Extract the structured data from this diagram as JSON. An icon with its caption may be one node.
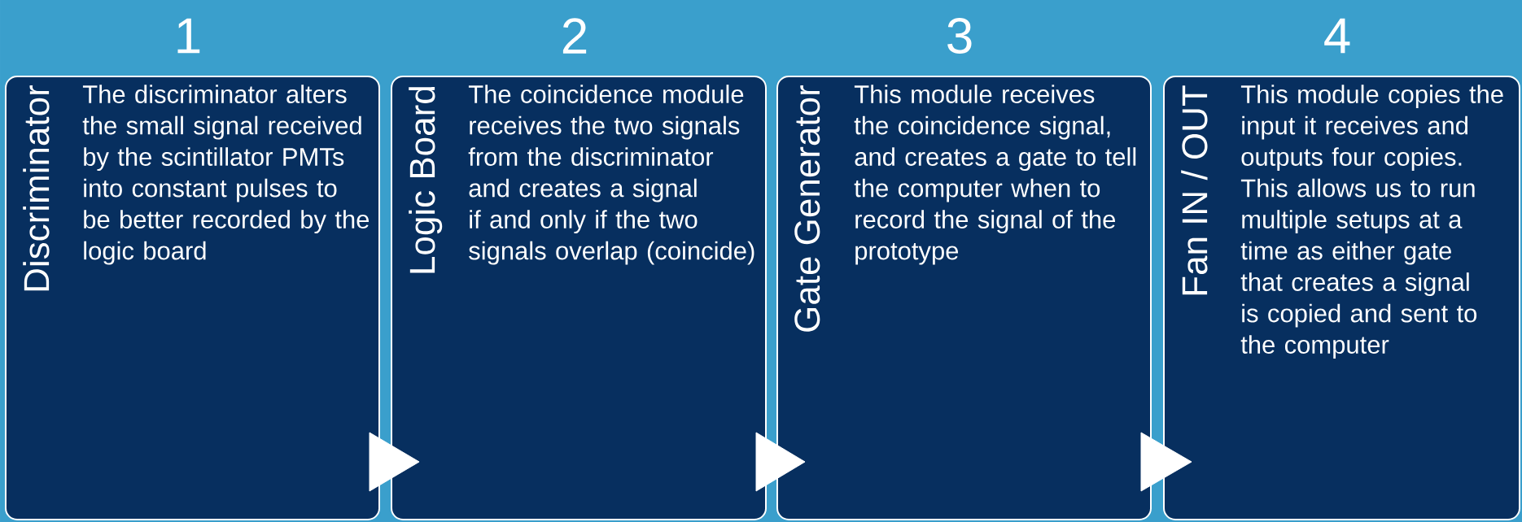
{
  "diagram": {
    "nodes": [
      {
        "text": [
          "Discriminator",
          "The discriminator alters the small signal received by the scintillator PMTs into constant pulses to be better recorded by the logic board"
        ],
        "beside": [
          "1"
        ]
      },
      {
        "text": [
          "Logic Board",
          "The coincidence module receives the two signals from the discriminator and creates a signal if and only if the two signals overlap (coincide)"
        ],
        "beside": [
          "2"
        ]
      },
      {
        "text": [
          "Gate Generator",
          "This module receives the coincidence signal, and creates a gate to tell the computer when to record the signal of the prototype"
        ],
        "beside": [
          "3"
        ]
      },
      {
        "text": [
          "Fan IN / OUT",
          "This module copies the input it receives and outputs four copies. This allows us to run multiple setups at a time as either gate that creates a signal is copied and sent to the computer"
        ],
        "beside": [
          "4"
        ]
      }
    ],
    "edges": [
      {
        "from": 0,
        "to": 1,
        "arrow": "to"
      },
      {
        "from": 1,
        "to": 2,
        "arrow": "to"
      },
      {
        "from": 2,
        "to": 3,
        "arrow": "to"
      }
    ]
  }
}
